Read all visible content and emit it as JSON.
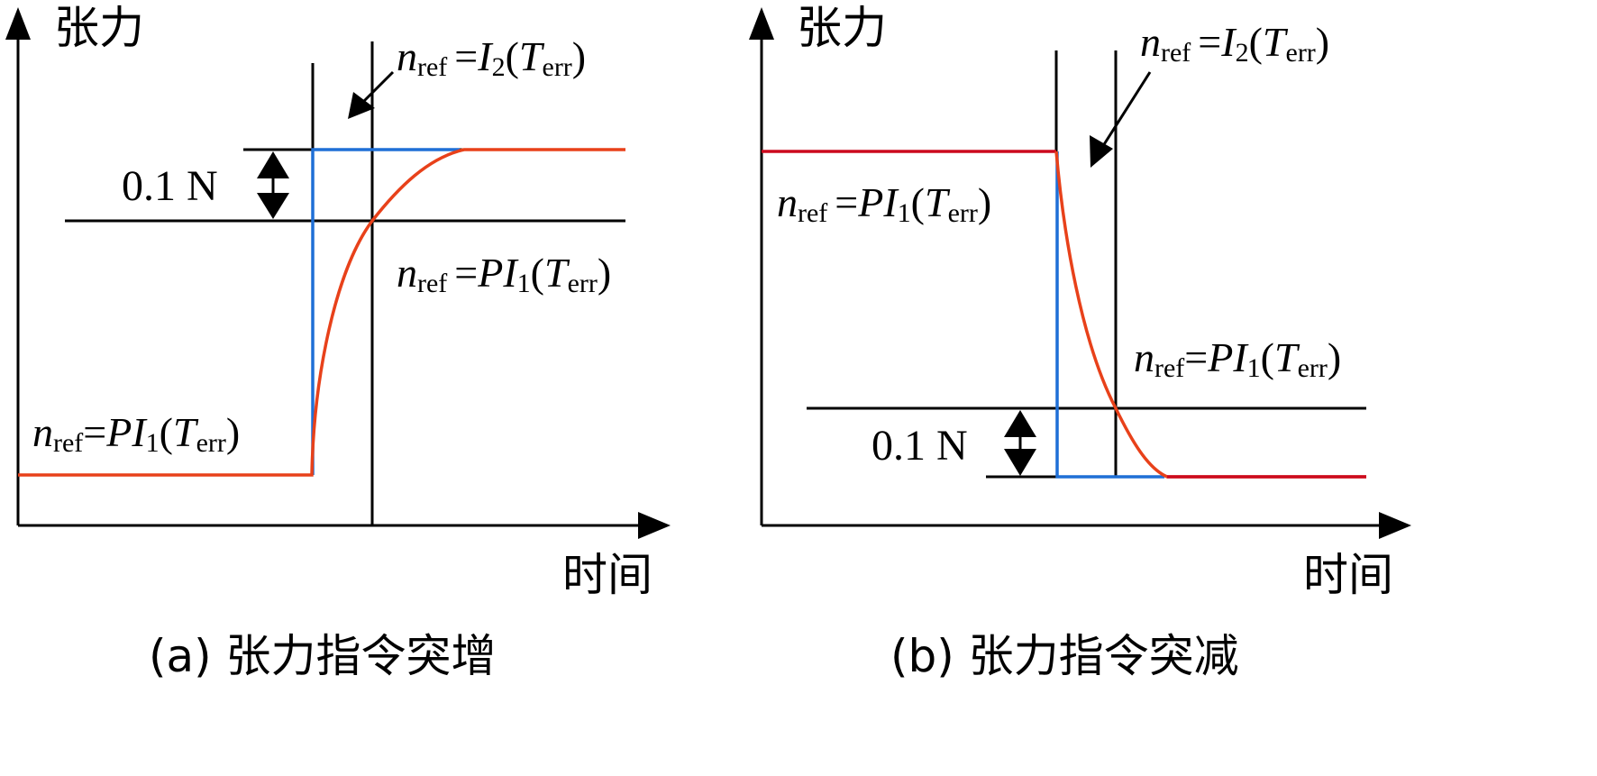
{
  "colors": {
    "axis": "#000000",
    "command": "#1f6fd6",
    "response": "#e8411a",
    "response_left_b": "#cc0a1e"
  },
  "axis_labels": {
    "y": "张力",
    "x": "时间"
  },
  "sym": {
    "n": "n",
    "ref": "ref",
    "eq": "=",
    "PI": "PI",
    "I": "I",
    "one": "1",
    "two": "2",
    "lp": "(",
    "rp": ")",
    "T": "T",
    "err": "err"
  },
  "panel_a": {
    "caption": "(a) 张力指令突增",
    "delta_label": "0.1 N"
  },
  "panel_b": {
    "caption": "(b) 张力指令突减",
    "delta_label": "0.1 N"
  }
}
